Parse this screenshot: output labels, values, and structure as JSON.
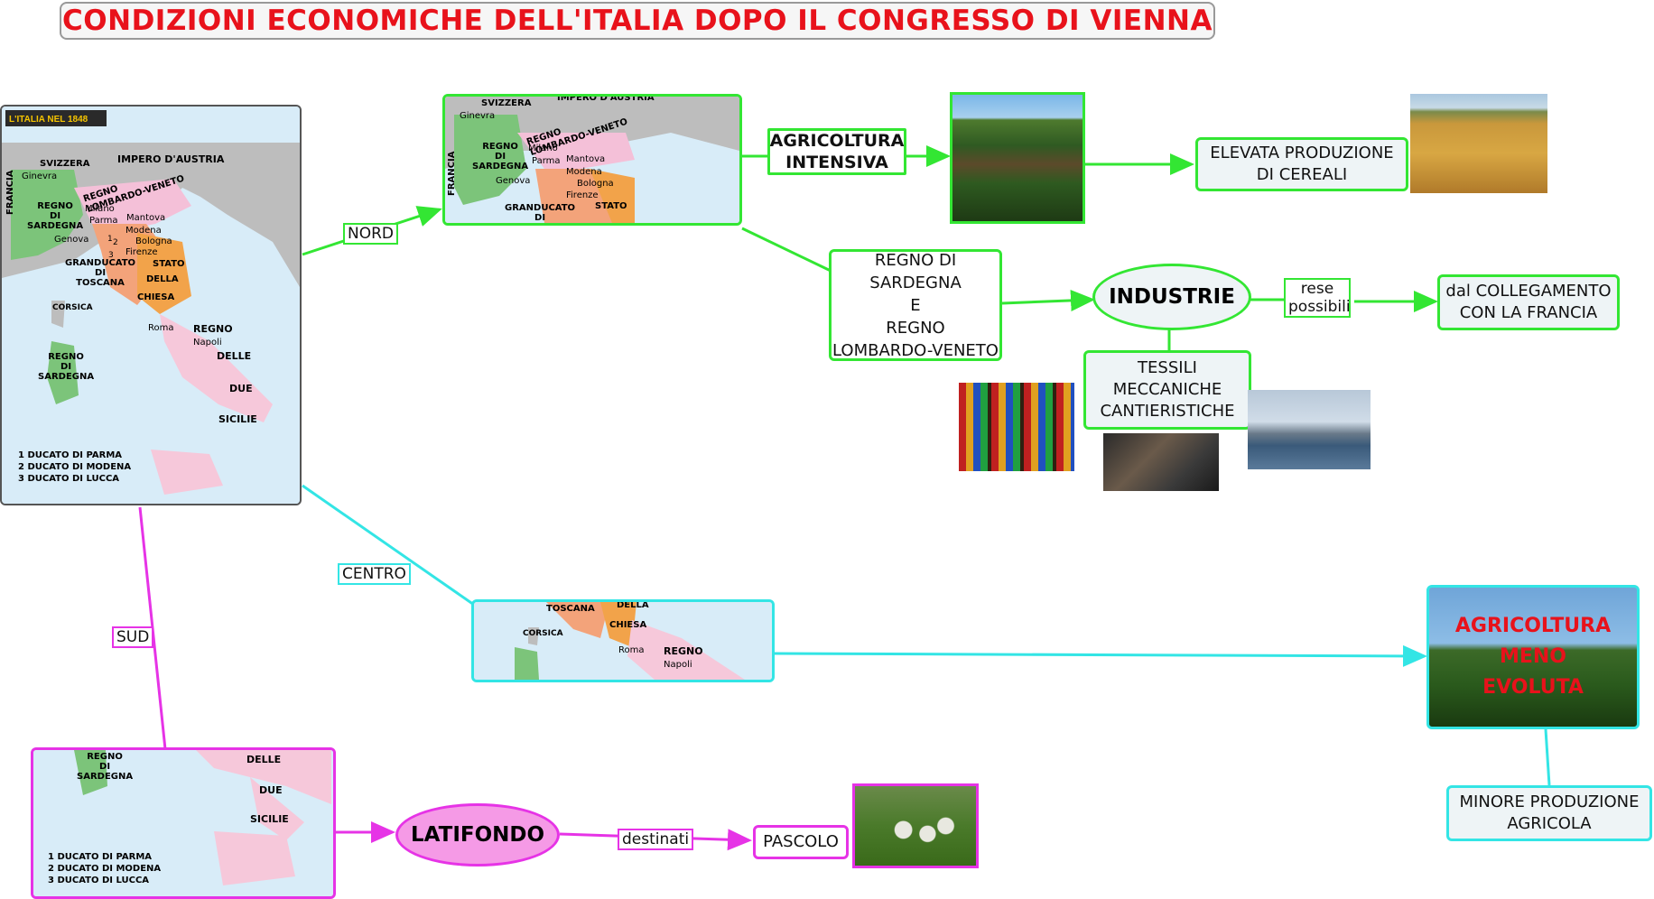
{
  "title": "CONDIZIONI ECONOMICHE DELL'ITALIA DOPO IL CONGRESSO DI VIENNA",
  "colors": {
    "north": "#33e633",
    "center": "#33e5e5",
    "south": "#e633e6",
    "title": "#e8121b"
  },
  "map": {
    "header": "L'ITALIA NEL 1848",
    "labels": {
      "svizzera": "SVIZZERA",
      "impero": "IMPERO D'AUSTRIA",
      "ginevra": "Ginevra",
      "francia": "FRANCIA",
      "regno_sardegna": "REGNO\nDI\nSARDEGNA",
      "regno_lv": "REGNO\nLOMBARDO-VENETO",
      "milano": "Milano",
      "mantova": "Mantova",
      "parma": "Parma",
      "modena": "Modena",
      "bologna": "Bologna",
      "genova": "Genova",
      "firenze": "Firenze",
      "granducato": "GRANDUCATO\nDI\nTOSCANA",
      "stato": "STATO",
      "della": "DELLA",
      "chiesa": "CHIESA",
      "roma": "Roma",
      "corsica": "CORSICA",
      "regno": "REGNO",
      "napoli": "Napoli",
      "delle": "DELLE",
      "due": "DUE",
      "sicilie": "SICILIE",
      "sardegna_isola": "REGNO\nDI\nSARDEGNA",
      "num1": "1",
      "num2": "2",
      "num3": "3"
    },
    "legend": [
      "1 DUCATO DI PARMA",
      "2 DUCATO DI MODENA",
      "3 DUCATO DI LUCCA"
    ]
  },
  "north": {
    "label": "NORD",
    "crop_labels": {
      "svizzera": "SVIZZERA",
      "impero": "IMPERO D'AUSTRIA",
      "ginevra": "Ginevra",
      "regno_sardegna": "REGNO\nDI\nSARDEGNA",
      "regno_lv": "REGNO\nLOMBARDO-VENETO",
      "milano": "Milano",
      "parma": "Parma",
      "mantova": "Mantova",
      "modena": "Modena",
      "bologna": "Bologna",
      "genova": "Genova",
      "firenze": "Firenze",
      "granducato": "GRANDUCATO\nDI",
      "stato": "STATO",
      "francia": "FRANCIA"
    },
    "agricoltura": "AGRICOLTURA\nINTENSIVA",
    "cereali": "ELEVATA PRODUZIONE\nDI CEREALI",
    "regni": "REGNO DI\nSARDEGNA\nE\nREGNO\nLOMBARDO-VENETO",
    "industrie": "INDUSTRIE",
    "rese": "rese\npossibili",
    "collegamento": "dal COLLEGAMENTO\nCON LA FRANCIA",
    "tessili": "TESSILI\nMECCANICHE\nCANTIERISTICHE"
  },
  "center": {
    "label": "CENTRO",
    "crop_labels": {
      "toscana": "TOSCANA",
      "della": "DELLA",
      "chiesa": "CHIESA",
      "corsica": "CORSICA",
      "roma": "Roma",
      "regno": "REGNO",
      "napoli": "Napoli"
    },
    "agricoltura": "AGRICOLTURA\nMENO\nEVOLUTA",
    "produzione": "MINORE PRODUZIONE\nAGRICOLA"
  },
  "south": {
    "label": "SUD",
    "crop_labels": {
      "regno_sardegna": "REGNO\nDI\nSARDEGNA",
      "delle": "DELLE",
      "due": "DUE",
      "sicilie": "SICILIE"
    },
    "legend": [
      "1 DUCATO DI PARMA",
      "2 DUCATO DI MODENA",
      "3 DUCATO DI LUCCA"
    ],
    "latifondo": "LATIFONDO",
    "destinati": "destinati",
    "pascolo": "PASCOLO"
  }
}
